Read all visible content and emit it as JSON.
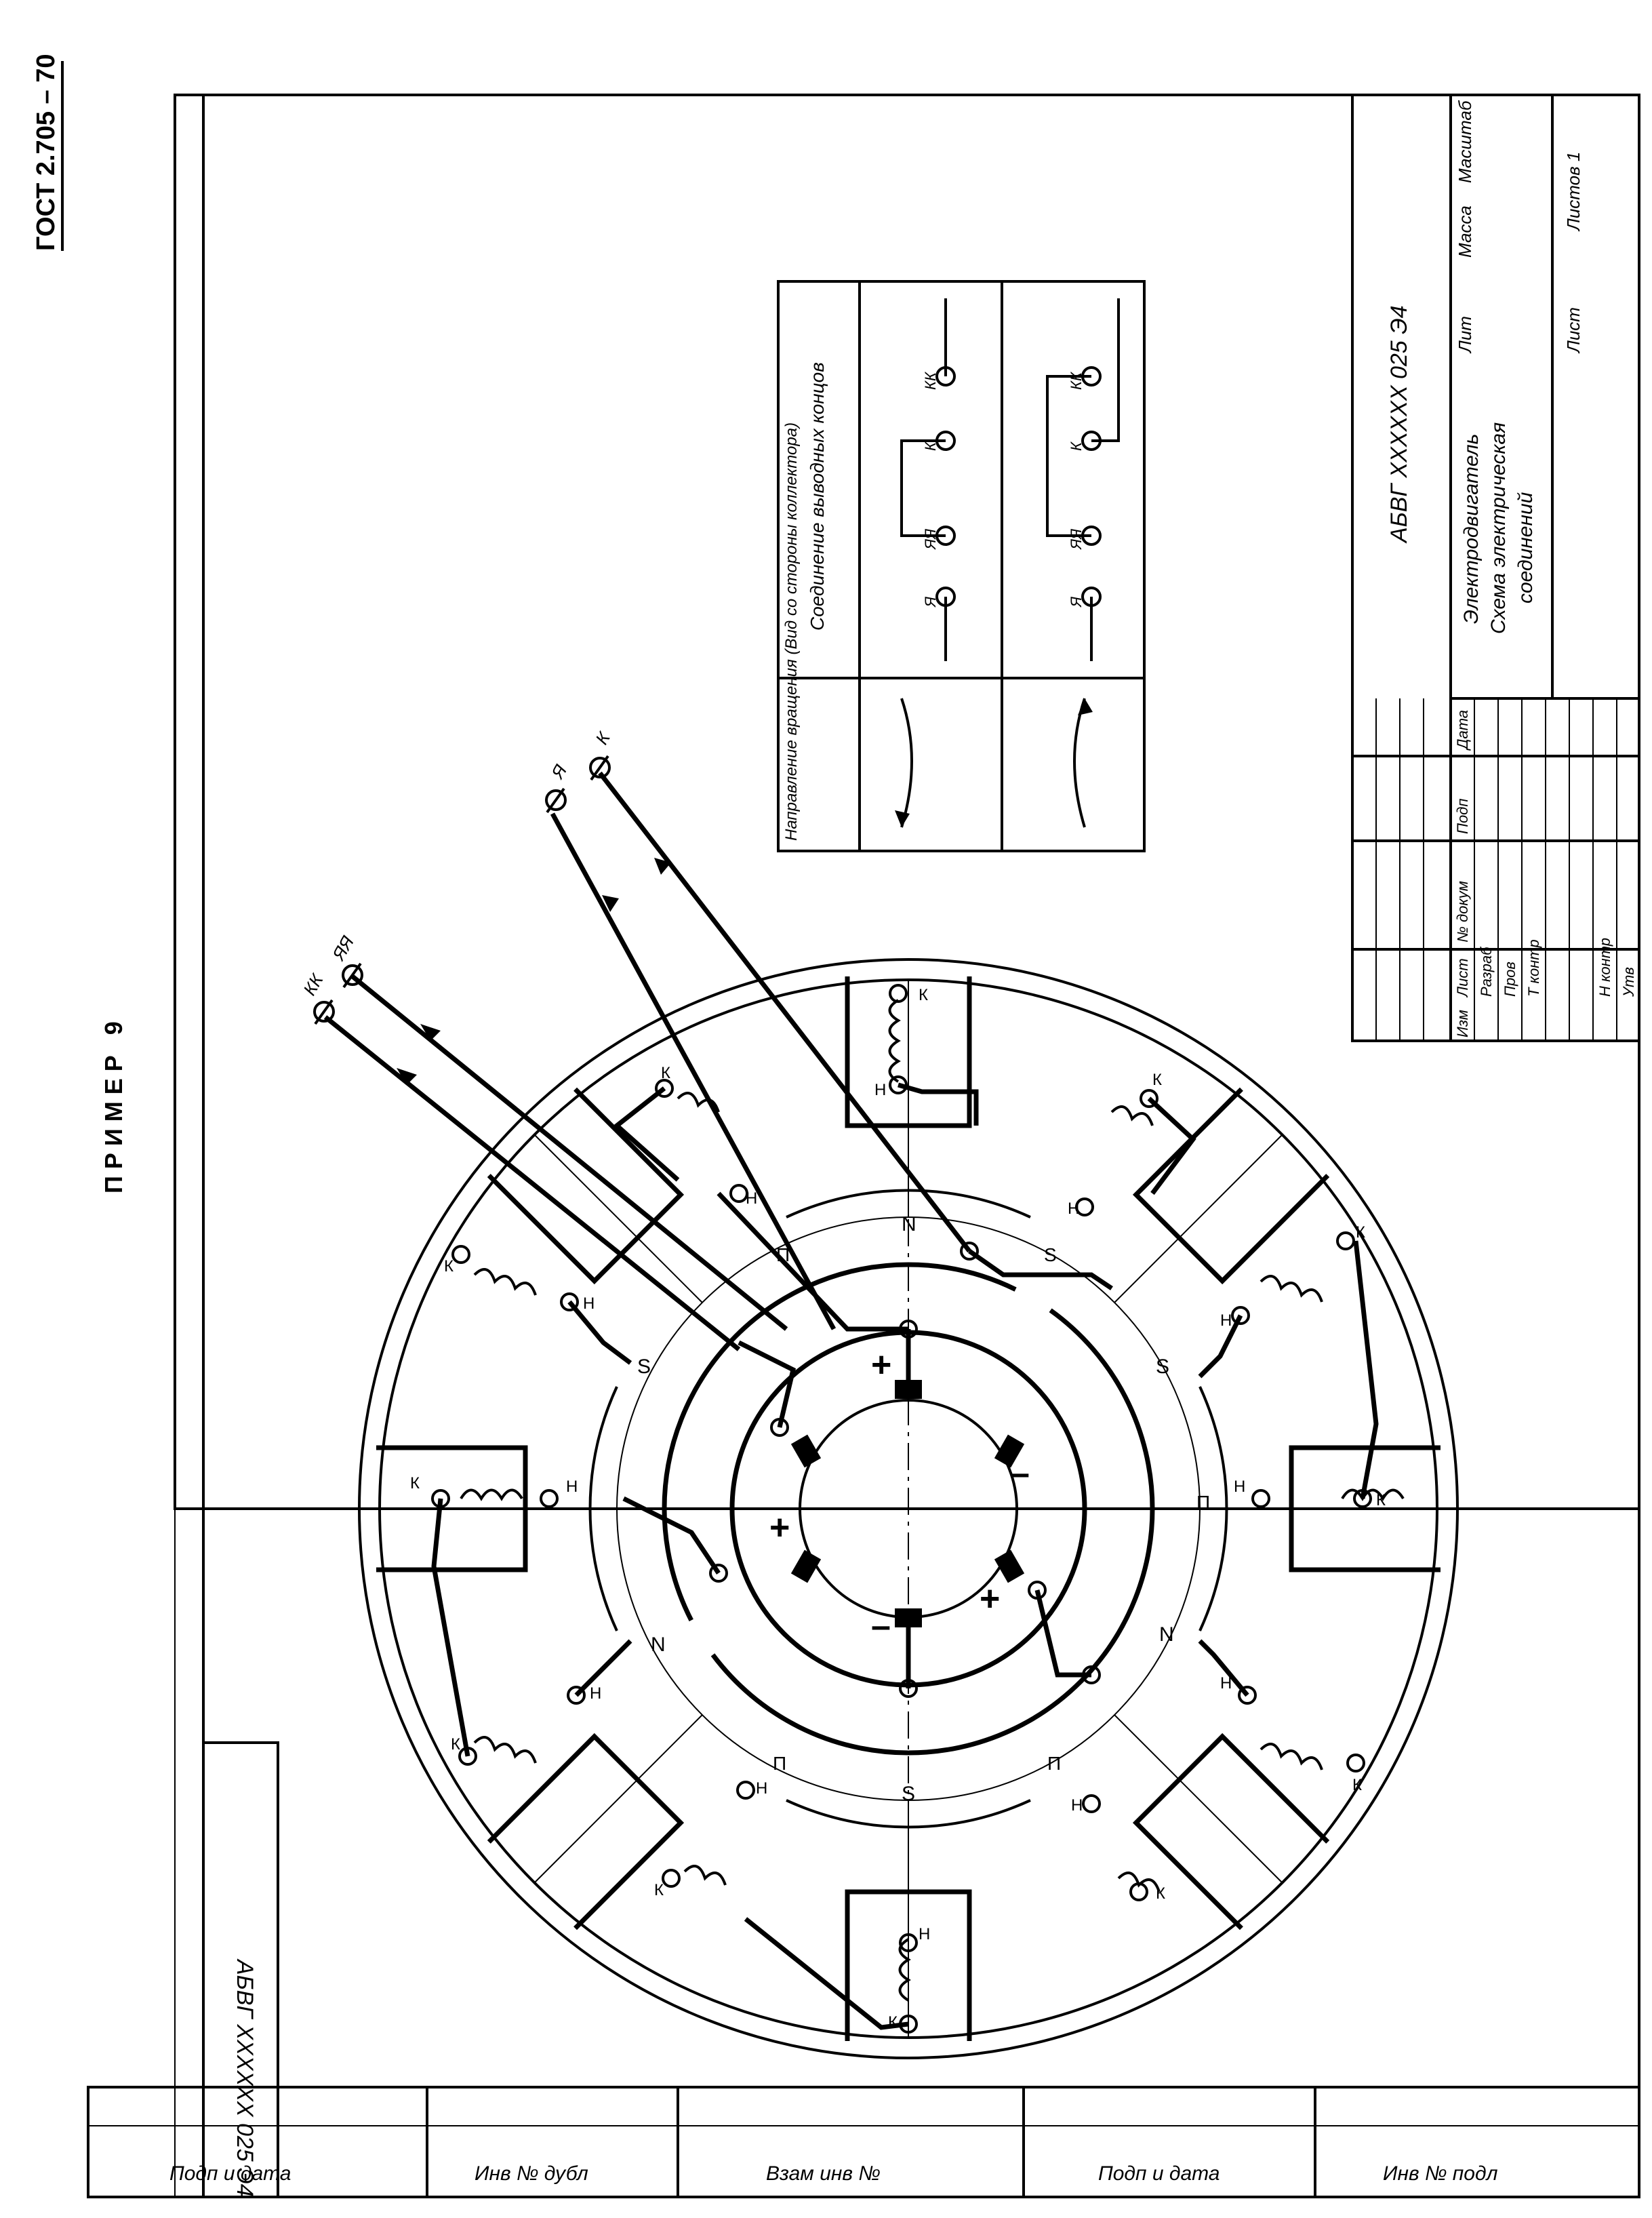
{
  "doc": {
    "standard": "ГОСТ 2.705 – 70",
    "example_title": "ПРИМЕР 9",
    "stamp_code": "АБВГ XXXXXX 025 Э4"
  },
  "leads": {
    "kk": "КК",
    "yaya": "ЯЯ",
    "ya": "Я",
    "k": "К"
  },
  "poles": {
    "n": "N",
    "s": "S",
    "p": "П",
    "coil_start": "Н",
    "coil_end": "К"
  },
  "brushes": {
    "plus": "+",
    "minus": "–"
  },
  "connection_table": {
    "rotation_header": "Направление вращения (Вид со стороны коллектора)",
    "connection_header": "Соединение выводных концов",
    "terminal_labels": [
      "Я",
      "ЯЯ",
      "К",
      "КК"
    ]
  },
  "title_block": {
    "code": "АБВГ XXXXXX 025 Э4",
    "name_line1": "Электродвигатель",
    "name_line2": "Схема электрическая",
    "name_line3": "соединений",
    "lit": "Лит",
    "massa": "Масса",
    "masshtab": "Масштаб",
    "list": "Лист",
    "listov": "Листов 1",
    "izm": "Изм",
    "list_col": "Лист",
    "doc_no": "№ докум",
    "podp": "Подп",
    "data": "Дата",
    "razrab": "Разраб",
    "prov": "Пров",
    "t_kontr": "Т контр",
    "n_kontr": "Н контр",
    "utv": "Утв"
  },
  "margin_strip": {
    "cells": [
      "Подп и дата",
      "Инв № дубл",
      "Взам инв №",
      "Подп и дата",
      "Инв № подл"
    ]
  }
}
